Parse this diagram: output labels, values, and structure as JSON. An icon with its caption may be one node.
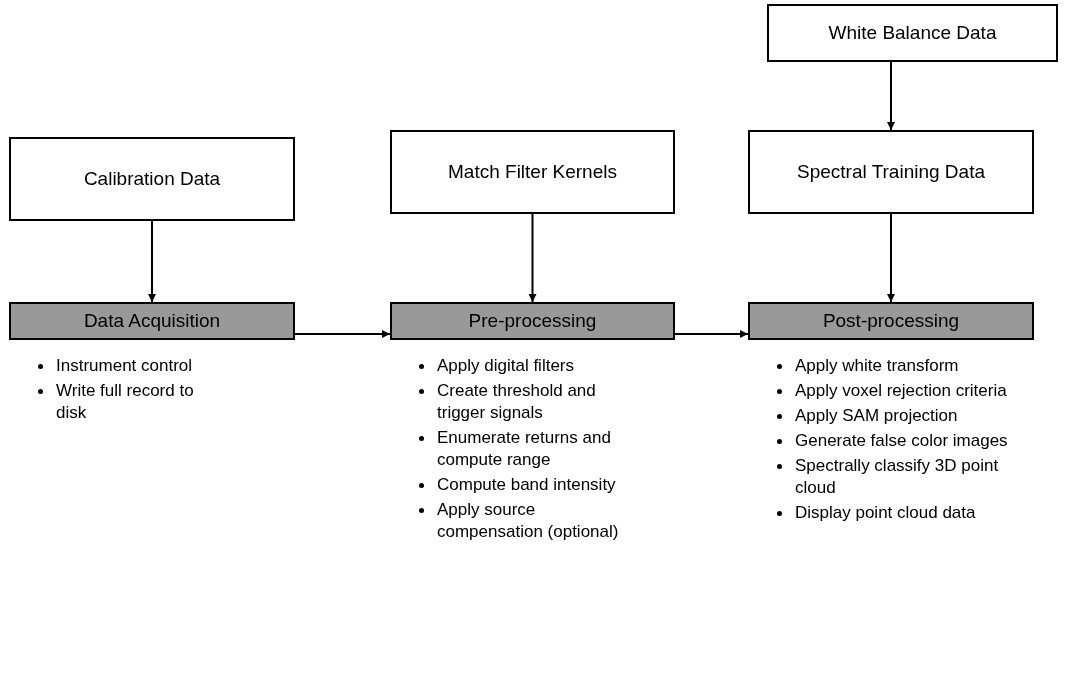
{
  "diagram": {
    "nodes": [
      {
        "text": [
          "White Balance Data"
        ]
      },
      {
        "text": [
          "Calibration Data"
        ]
      },
      {
        "text": [
          "Match Filter Kernels"
        ]
      },
      {
        "text": [
          "Spectral Training Data"
        ]
      },
      {
        "text": [
          "Data Acquisition"
        ],
        "beside": [
          "Instrument control",
          "Write full record to disk"
        ]
      },
      {
        "text": [
          "Pre-processing"
        ],
        "beside": [
          "Apply digital filters",
          "Create threshold and trigger signals",
          "Enumerate returns and compute range",
          "Compute band intensity",
          "Apply source compensation (optional)"
        ]
      },
      {
        "text": [
          "Post-processing"
        ],
        "beside": [
          "Apply white transform",
          "Apply voxel rejection criteria",
          "Apply SAM projection",
          "Generate false color images",
          "Spectrally classify 3D point cloud",
          "Display point cloud data"
        ]
      }
    ],
    "edges": [
      {
        "from": 0,
        "to": 3,
        "arrow": "to"
      },
      {
        "from": 1,
        "to": 4,
        "arrow": "to"
      },
      {
        "from": 2,
        "to": 5,
        "arrow": "to"
      },
      {
        "from": 3,
        "to": 6,
        "arrow": "to"
      },
      {
        "from": 4,
        "to": 5,
        "arrow": "to"
      },
      {
        "from": 5,
        "to": 6,
        "arrow": "to"
      }
    ]
  }
}
